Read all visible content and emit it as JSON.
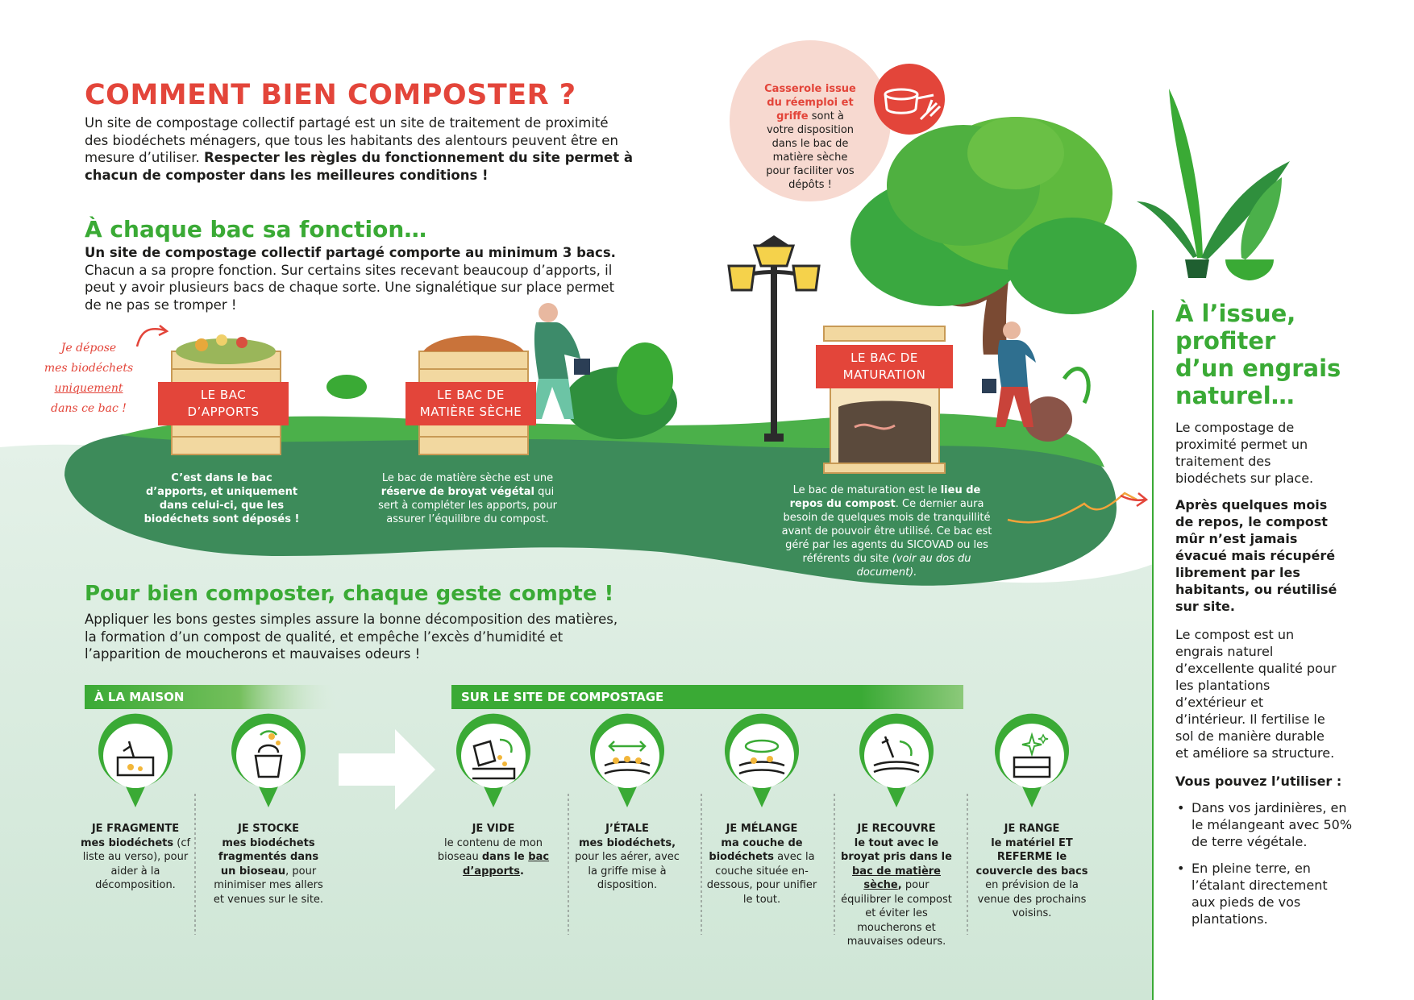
{
  "title": "COMMENT BIEN COMPOSTER ?",
  "intro": {
    "text": "Un site de compostage collectif partagé est un site de traitement de proximité des biodéchets ménagers, que tous les habitants des alentours peuvent être en mesure d’utiliser. ",
    "bold": "Respecter les règles du fonctionnement du site permet à chacun de composter dans les meilleures conditions !"
  },
  "section_bacs": {
    "heading": "À chaque bac sa fonction…",
    "bold": "Un site de compostage collectif partagé comporte au minimum 3 bacs.",
    "text": " Chacun a sa propre fonction. Sur certains sites recevant beaucoup d’apports, il peut y avoir plusieurs bacs de chaque sorte. Une signalétique sur place permet de ne pas se tromper !"
  },
  "handwritten_note": [
    "Je dépose",
    "mes biodéchets",
    "uniquement",
    "dans ce bac !"
  ],
  "bins": [
    {
      "label_line1": "LE BAC",
      "label_line2": "D’APPORTS",
      "note_parts": [
        "C’est dans le bac d’apports, et uniquement dans celui-ci, que les biodéchets sont déposés !"
      ]
    },
    {
      "label_line1": "LE BAC DE",
      "label_line2": "MATIÈRE SÈCHE",
      "note_parts": [
        "Le bac de matière sèche est une ",
        "réserve de broyat végétal",
        " qui sert à compléter les apports, pour assurer l’équilibre du compost."
      ]
    },
    {
      "label_line1": "LE BAC DE",
      "label_line2": "MATURATION",
      "note_parts": [
        "Le bac de maturation est le ",
        "lieu de repos du compost",
        ". Ce dernier aura besoin de quelques mois de tranquillité avant de pouvoir être utilisé. Ce bac est géré par les agents du SICOVAD ou les référents du site ",
        "(voir au dos du document)."
      ]
    }
  ],
  "bubble": {
    "bold": "Casserole issue du réemploi et griffe",
    "text": " sont à votre disposition dans le bac de matière sèche pour faciliter vos dépôts !"
  },
  "section_gestes": {
    "heading": "Pour bien composter, chaque geste compte !",
    "text": "Appliquer les bons gestes simples assure la bonne décomposition des matières, la formation d’un compost de qualité, et empêche l’excès d’humidité et l’apparition de moucherons et mauvaises odeurs !"
  },
  "bars": {
    "home": "À LA MAISON",
    "site": "SUR LE SITE DE COMPOSTAGE"
  },
  "steps": [
    {
      "head": "JE FRAGMENTE",
      "parts": [
        [
          "b",
          "mes biodéchets"
        ],
        [
          "t",
          " (cf liste au verso), pour aider à la décomposition."
        ]
      ]
    },
    {
      "head": "JE STOCKE",
      "parts": [
        [
          "b",
          "mes biodéchets fragmentés dans un bioseau"
        ],
        [
          "t",
          ", pour minimiser mes allers et venues sur le site."
        ]
      ]
    },
    {
      "head": "JE VIDE",
      "parts": [
        [
          "t",
          "le contenu de mon bioseau "
        ],
        [
          "b",
          "dans le "
        ],
        [
          "bu",
          "bac d’apports"
        ],
        [
          "b",
          "."
        ]
      ]
    },
    {
      "head": "J’ÉTALE",
      "parts": [
        [
          "b",
          "mes biodéchets,"
        ],
        [
          "t",
          " pour les aérer, avec la griffe mise à disposition."
        ]
      ]
    },
    {
      "head": "JE MÉLANGE",
      "parts": [
        [
          "b",
          "ma couche de biodéchets"
        ],
        [
          "t",
          " avec la couche située en-dessous, pour unifier le tout."
        ]
      ]
    },
    {
      "head": "JE RECOUVRE",
      "parts": [
        [
          "b",
          "le tout avec le broyat pris dans le "
        ],
        [
          "bu",
          "bac de matière sèche"
        ],
        [
          "b",
          ","
        ],
        [
          "t",
          " pour équilibrer le compost et éviter les moucherons et mauvaises odeurs."
        ]
      ]
    },
    {
      "head": "JE RANGE",
      "parts": [
        [
          "b",
          "le matériel ET REFERME le couvercle des bacs"
        ],
        [
          "t",
          " en prévision de la venue des prochains voisins."
        ]
      ]
    }
  ],
  "right": {
    "heading_lines": [
      "À l’issue,",
      "profiter",
      "d’un engrais",
      "naturel…"
    ],
    "p1": "Le compostage de proximité permet un traitement des biodéchets sur place.",
    "p2_bold": "Après quelques mois de repos, le compost mûr n’est jamais évacué mais récupéré librement par les habitants, ou réutilisé sur site.",
    "p3": "Le compost est un engrais naturel d’excellente qualité pour les plantations d’extérieur et d’intérieur. Il fertilise le sol de manière durable et améliore sa structure.",
    "p4_bold": "Vous pouvez l’utiliser :",
    "bullets": [
      "Dans vos jardinières, en le mélangeant avec 50% de terre végétale.",
      "En pleine terre, en l’étalant directement aux pieds de vos plantations."
    ]
  },
  "colors": {
    "red": "#e3453a",
    "green": "#3aaa35",
    "dark_green": "#3d8b5a",
    "pale_green": "#d7eadf"
  }
}
